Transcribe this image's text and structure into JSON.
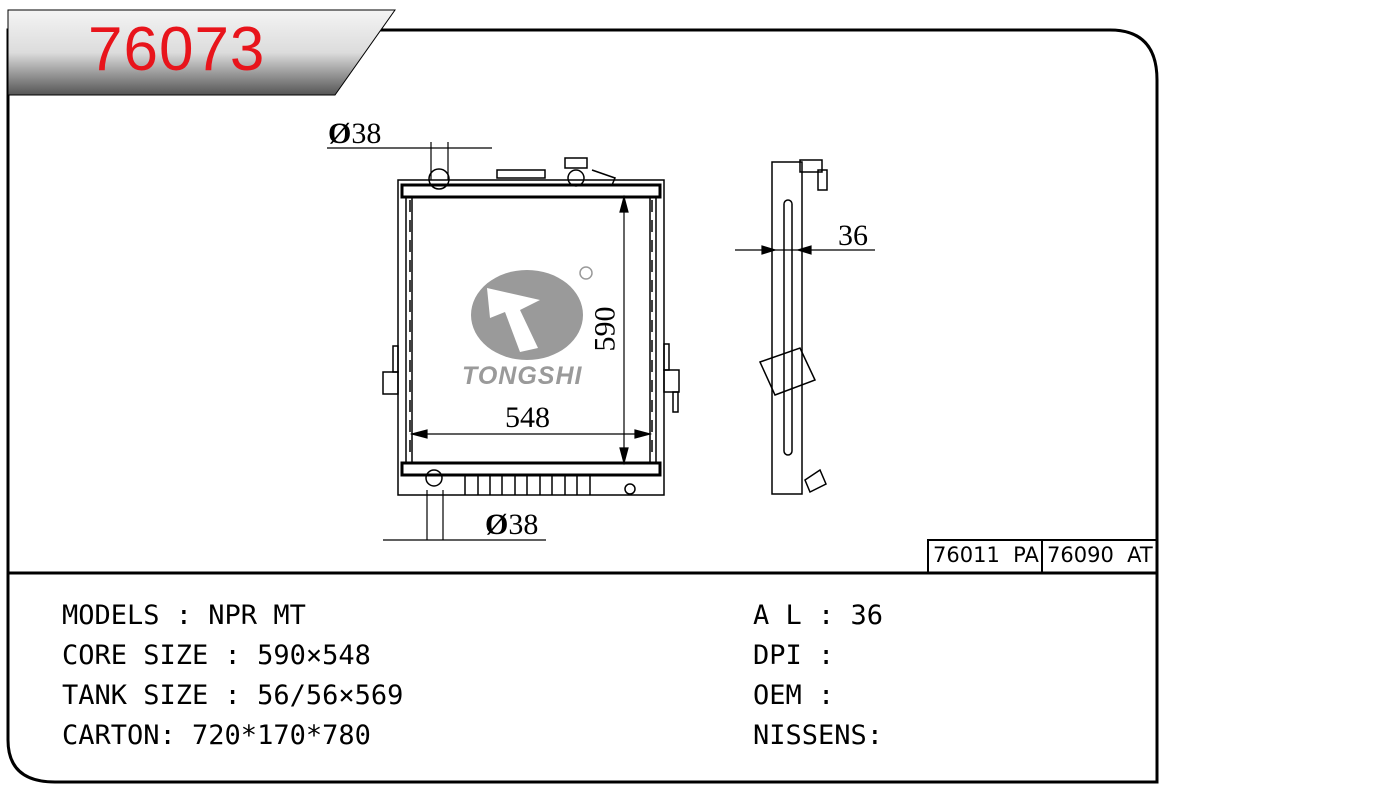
{
  "header": {
    "part_number": "76073"
  },
  "drawing": {
    "inlet_diameter": "38",
    "outlet_diameter": "38",
    "diameter_symbol": "Ø",
    "core_height": "590",
    "core_width": "548",
    "core_thickness": "36",
    "brand": "TONGSHI",
    "registered_mark": "®"
  },
  "related_parts": [
    {
      "label": "76011  PA"
    },
    {
      "label": "76090  AT"
    }
  ],
  "specs_left": [
    {
      "label": "MODELS : NPR MT"
    },
    {
      "label": "CORE SIZE : 590×548"
    },
    {
      "label": "TANK SIZE : 56/56×569"
    },
    {
      "label": "CARTON: 720*170*780"
    }
  ],
  "specs_right": [
    {
      "label": "A L : 36"
    },
    {
      "label": "DPI :"
    },
    {
      "label": "OEM :"
    },
    {
      "label": "NISSENS:"
    }
  ],
  "colors": {
    "title": "#e8141b",
    "logo": "#9a9a9a"
  }
}
